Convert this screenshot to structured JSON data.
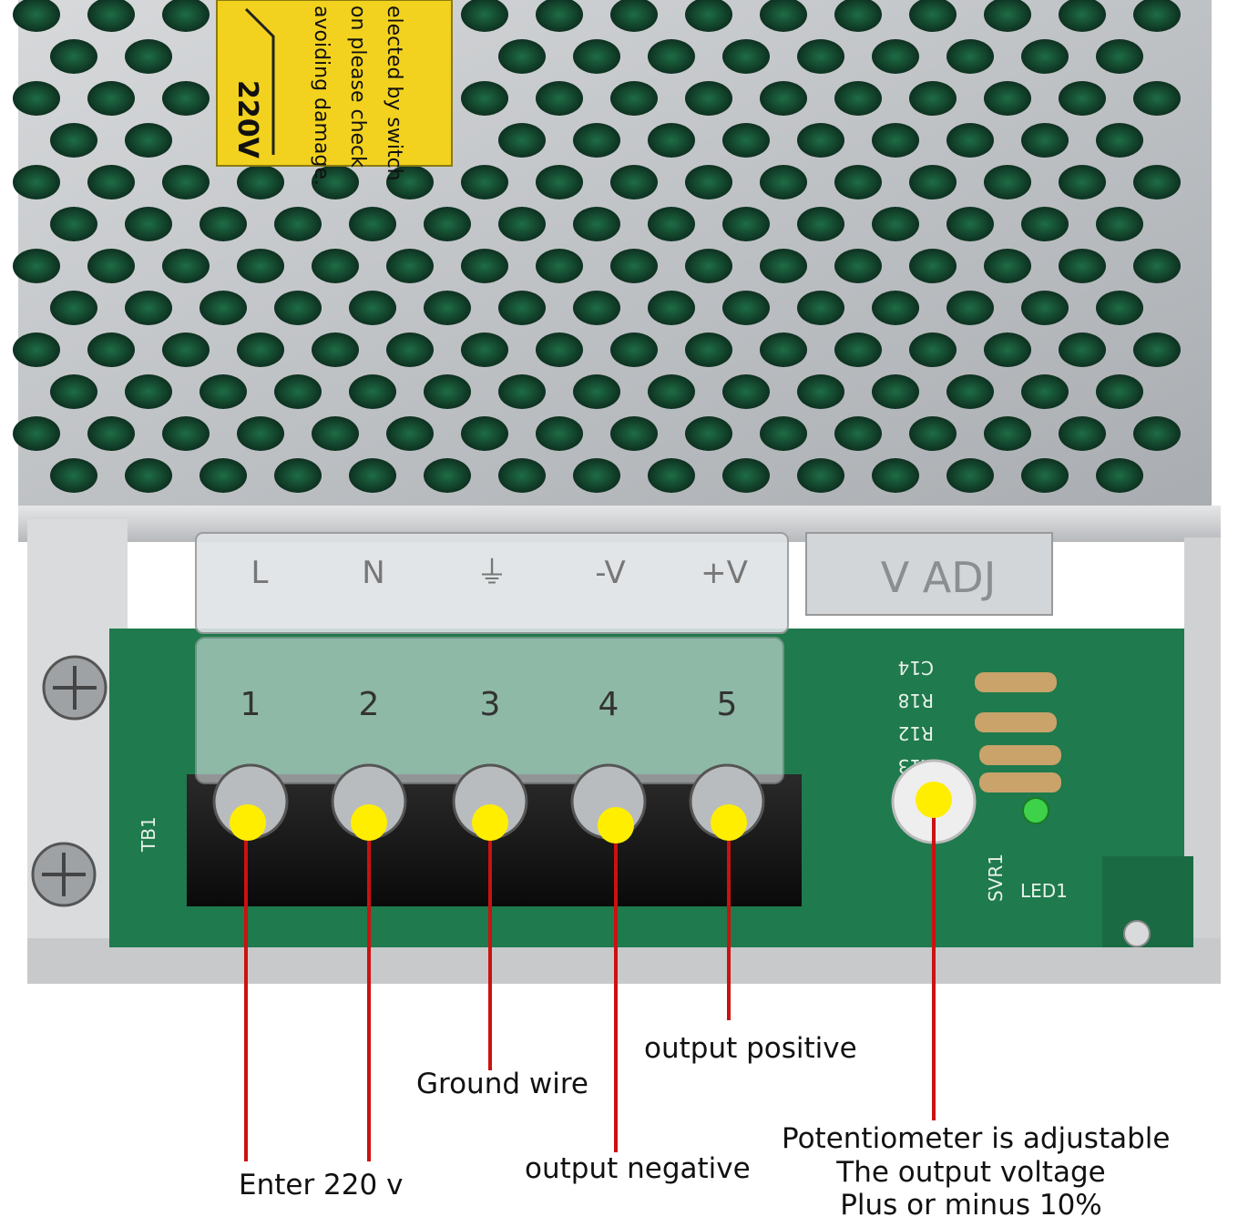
{
  "label_sticker": {
    "lines": [
      "elected by switch",
      "on please check",
      "avoiding damage."
    ],
    "voltage": "220V"
  },
  "terminal_cover": {
    "top_labels": [
      "L",
      "N",
      "⏚",
      "-V",
      "+V"
    ],
    "adjust_label": "V ADJ"
  },
  "terminal_numbers": [
    "1",
    "2",
    "3",
    "4",
    "5"
  ],
  "pcb_silkscreen": {
    "c14": "C14",
    "r18": "R18",
    "r12": "R12",
    "r13": "R13",
    "tb1": "TB1",
    "svr1": "SVR1",
    "led1": "LED1"
  },
  "callouts": {
    "enter_220v": "Enter 220 v",
    "ground_wire": "Ground wire",
    "output_negative": "output negative",
    "output_positive": "output positive",
    "potentiometer_lines": [
      "Potentiometer is adjustable",
      "The output voltage",
      "Plus or minus 10%"
    ]
  },
  "colors": {
    "marker_dot": "#ffee00",
    "leader_line": "#cc1111",
    "pcb": "#1f7a4d",
    "metal": "#c8cacc",
    "sticker": "#f2d21f"
  }
}
